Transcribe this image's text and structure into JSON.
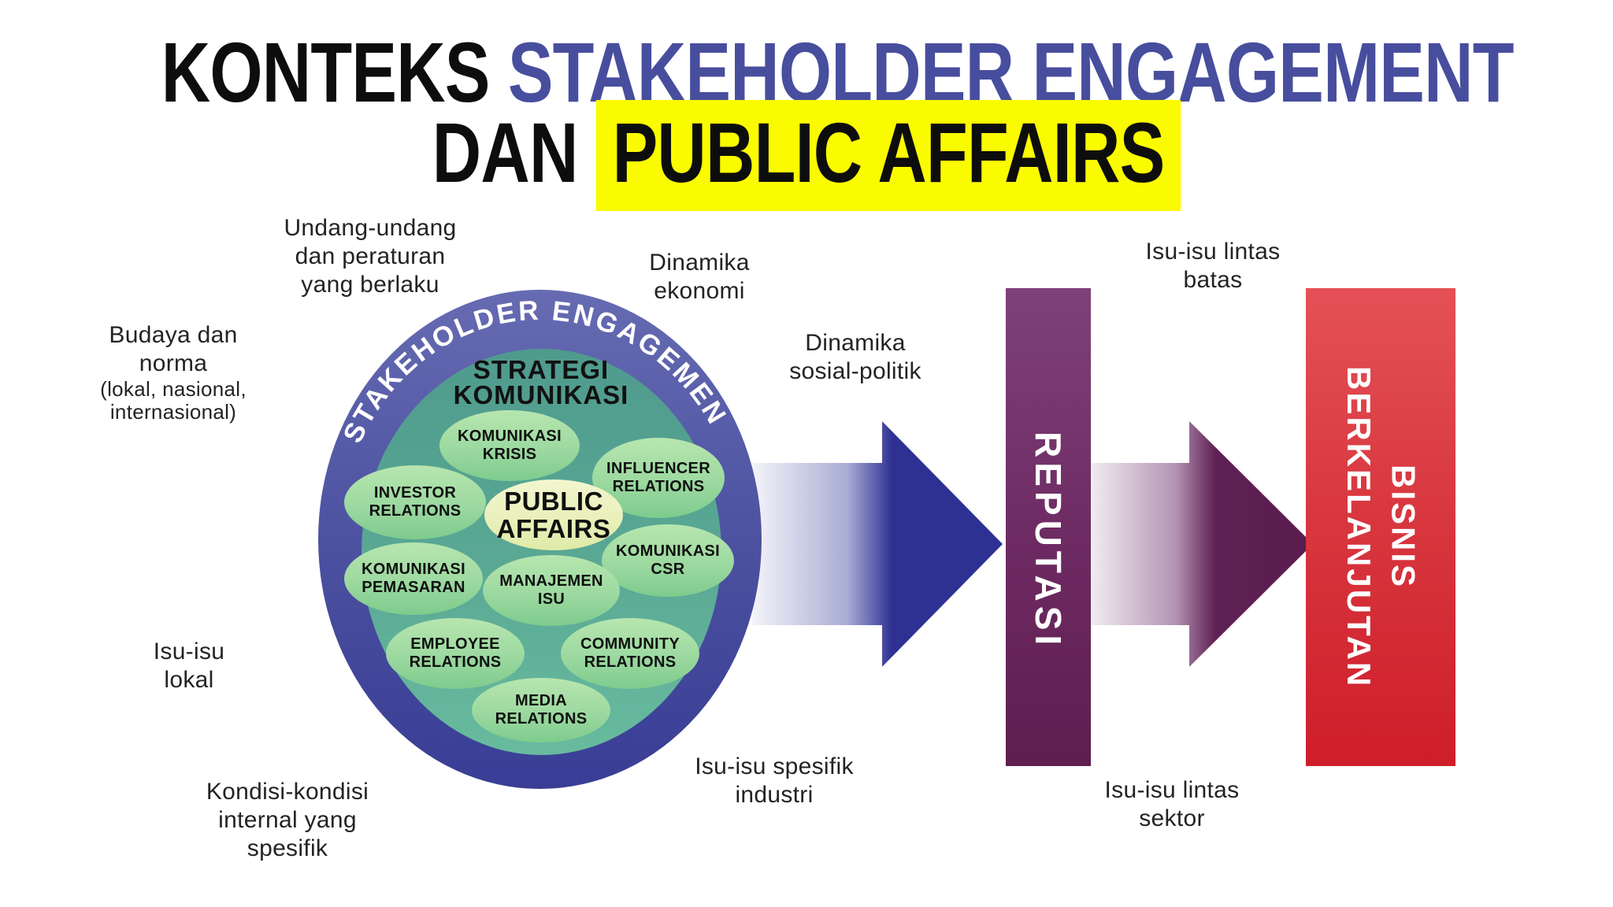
{
  "title": {
    "line1_prefix": "KONTEKS ",
    "line1_accent": "STAKEHOLDER ENGAGEMENT",
    "line2_prefix": "DAN ",
    "line2_highlight": "PUBLIC AFFAIRS"
  },
  "engagement_circle": {
    "ring_label": "STAKEHOLDER ENGAGEMENT",
    "heading_line1": "STRATEGI",
    "heading_line2": "KOMUNIKASI",
    "core_label": "PUBLIC AFFAIRS",
    "ovals": [
      {
        "label": "KOMUNIKASI KRISIS"
      },
      {
        "label": "INFLUENCER RELATIONS"
      },
      {
        "label": "INVESTOR RELATIONS"
      },
      {
        "label": "KOMUNIKASI CSR"
      },
      {
        "label": "KOMUNIKASI PEMASARAN"
      },
      {
        "label": "MANAJEMEN ISU"
      },
      {
        "label": "EMPLOYEE RELATIONS"
      },
      {
        "label": "COMMUNITY RELATIONS"
      },
      {
        "label": "MEDIA RELATIONS"
      }
    ]
  },
  "context_labels": {
    "undang": {
      "lines": [
        "Undang-undang",
        "dan peraturan",
        "yang berlaku"
      ]
    },
    "dinamika_ekonomi": {
      "lines": [
        "Dinamika",
        "ekonomi"
      ]
    },
    "budaya": {
      "lines": [
        "Budaya dan",
        "norma"
      ],
      "lines_small": [
        "(lokal, nasional,",
        "internasional)"
      ]
    },
    "isu_lokal": {
      "lines": [
        "Isu-isu",
        "lokal"
      ]
    },
    "kondisi": {
      "lines": [
        "Kondisi-kondisi",
        "internal yang",
        "spesifik"
      ]
    },
    "isu_spesifik": {
      "lines": [
        "Isu-isu spesifik",
        "industri"
      ]
    },
    "dinamika_sosial": {
      "lines": [
        "Dinamika",
        "sosial-politik"
      ]
    },
    "isu_lintas_batas": {
      "lines": [
        "Isu-isu lintas",
        "batas"
      ]
    },
    "isu_lintas_sektor": {
      "lines": [
        "Isu-isu lintas",
        "sektor"
      ]
    }
  },
  "flow": {
    "reputation_label": "REPUTASI",
    "business_line1": "BISNIS",
    "business_line2": "BERKELANJUTAN"
  },
  "colors": {
    "title_accent": "#474e9e",
    "highlight_yellow": "#fbfb00",
    "ring_blue": "#4a4f9f",
    "inner_teal": "#5aa995",
    "oval_green": "#9cd9a0",
    "core_yellow": "#eaf0bb",
    "arrow_blue": "#2d3192",
    "reputation_purple": "#6d2a62",
    "arrow_plum": "#5f2153",
    "business_red": "#d32630"
  }
}
